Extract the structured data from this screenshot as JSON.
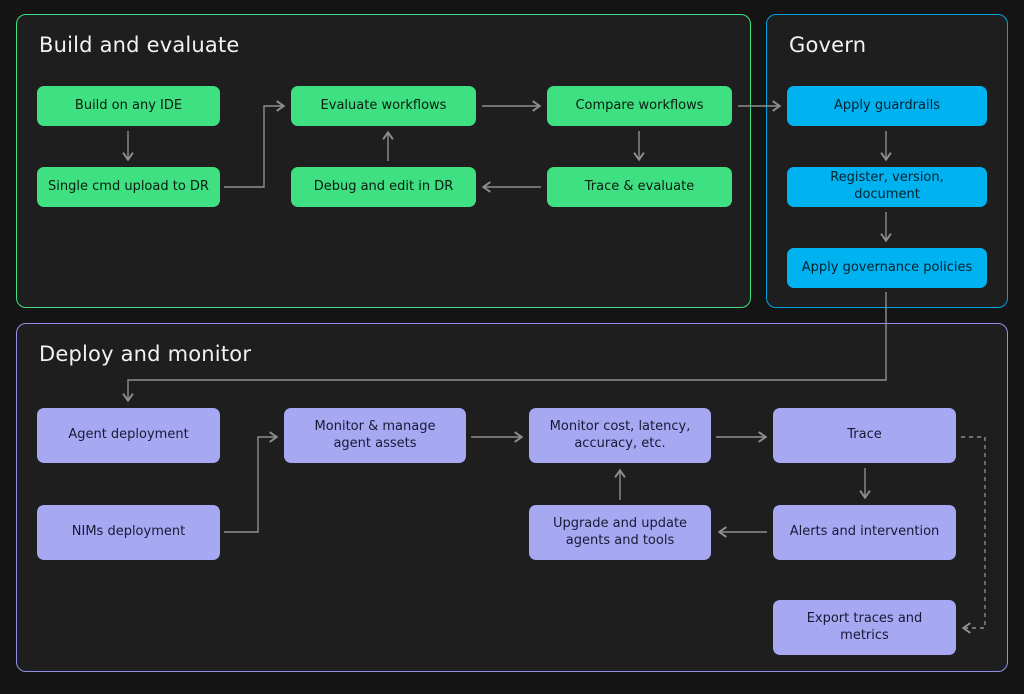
{
  "sections": {
    "build": {
      "title": "Build and evaluate",
      "nodes": {
        "build_ide": "Build on any IDE",
        "single_cmd": "Single cmd upload to DR",
        "evaluate_workflows": "Evaluate workflows",
        "debug_edit": "Debug and edit in DR",
        "compare_workflows": "Compare workflows",
        "trace_evaluate": "Trace & evaluate"
      }
    },
    "govern": {
      "title": "Govern",
      "nodes": {
        "apply_guardrails": "Apply guardrails",
        "register_version": "Register, version, document",
        "governance_policies": "Apply governance policies"
      }
    },
    "deploy": {
      "title": "Deploy and monitor",
      "nodes": {
        "agent_deployment": "Agent deployment",
        "nims_deployment": "NIMs deployment",
        "monitor_assets": "Monitor & manage agent assets",
        "monitor_cost": "Monitor cost, latency, accuracy, etc.",
        "trace": "Trace",
        "alerts": "Alerts and intervention",
        "upgrade": "Upgrade and update agents and tools",
        "export_traces": "Export traces and metrics"
      }
    }
  },
  "colors": {
    "background": "#141414",
    "panel_fill": "#1e1e1e",
    "build_border": "#3fe081",
    "govern_border": "#00a3e0",
    "deploy_border": "#8f90e6",
    "node_green": "#3fe081",
    "node_blue": "#00b2f0",
    "node_lavender": "#a7a8f2",
    "arrow": "#8e8e8e"
  }
}
